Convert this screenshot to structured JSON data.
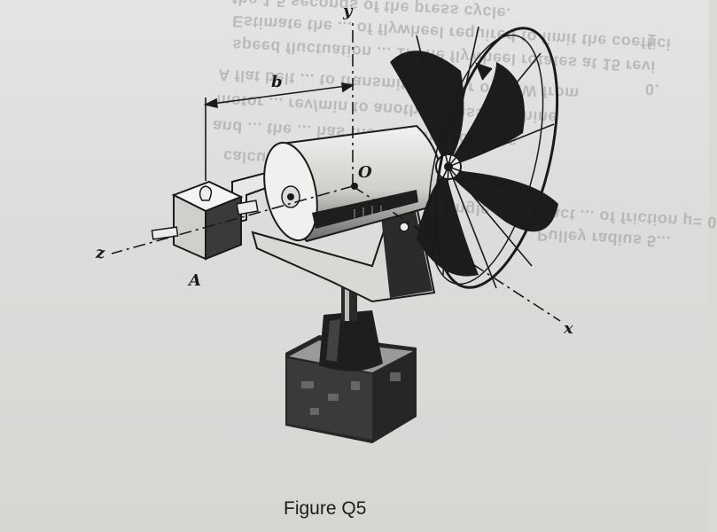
{
  "bleed_through": {
    "line1": "the 1.5 seconds of the press cycle.",
    "line2": "Estimate the ... of flywheel required to limit the coeffici",
    "line3": "speed fluctuation ... 1. The flywheel rotates at 15 revi",
    "line4": "A flat belt ... to transmit a power of 2KW from",
    "line5": "motor ... rev/min to another press machine",
    "line6": "and ... the ... has the following dimens",
    "line7": "calculate ... tensions.",
    "line8": "Angle of contact ... of friction μ= 0",
    "line9": "Pulley radius 5...",
    "num1": "1",
    "num2": "0."
  },
  "figure": {
    "label_y": "y",
    "label_b": "b",
    "label_z": "z",
    "label_a": "A",
    "label_o": "O",
    "label_x": "x",
    "caption": "Figure Q5"
  },
  "colors": {
    "ink": "#1a1a1a",
    "paper": "#dcdcda",
    "shade": "#2a2a2a"
  }
}
